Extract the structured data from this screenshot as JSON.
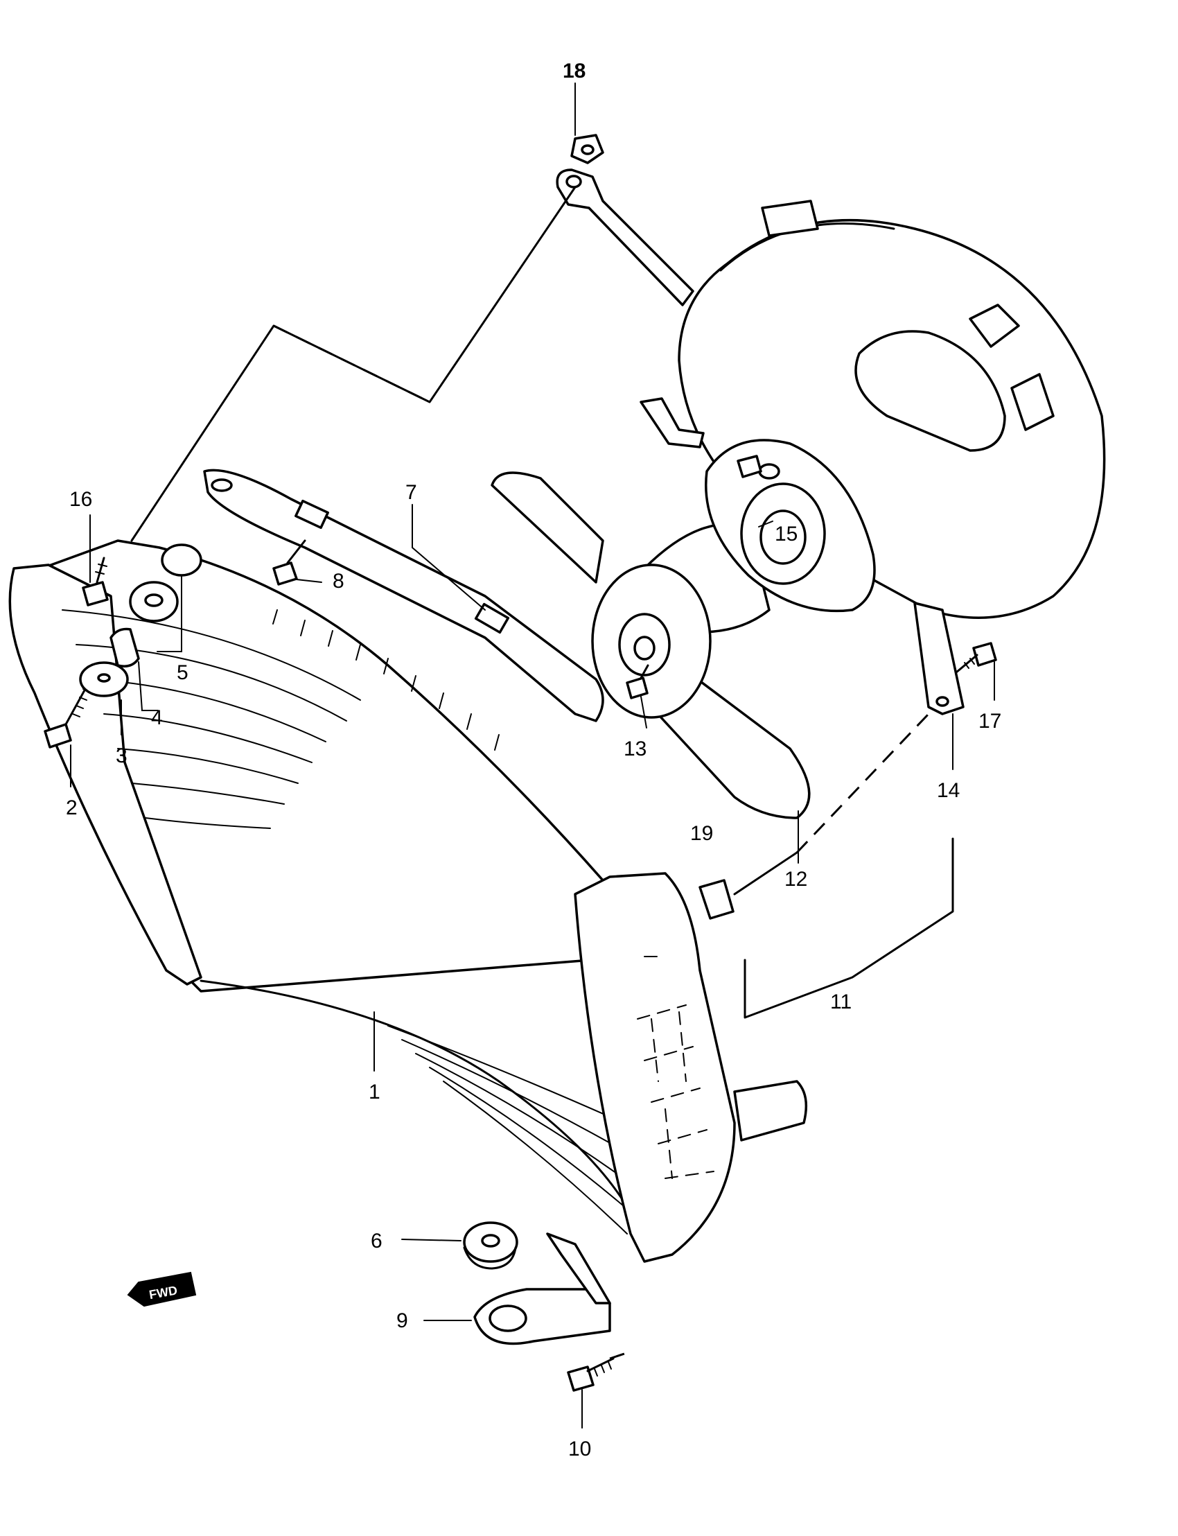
{
  "callouts": [
    "1",
    "2",
    "3",
    "4",
    "5",
    "6",
    "7",
    "8",
    "9",
    "10",
    "11",
    "12",
    "13",
    "14",
    "15",
    "16",
    "17",
    "18",
    "19"
  ],
  "fwd_badge": "FWD"
}
